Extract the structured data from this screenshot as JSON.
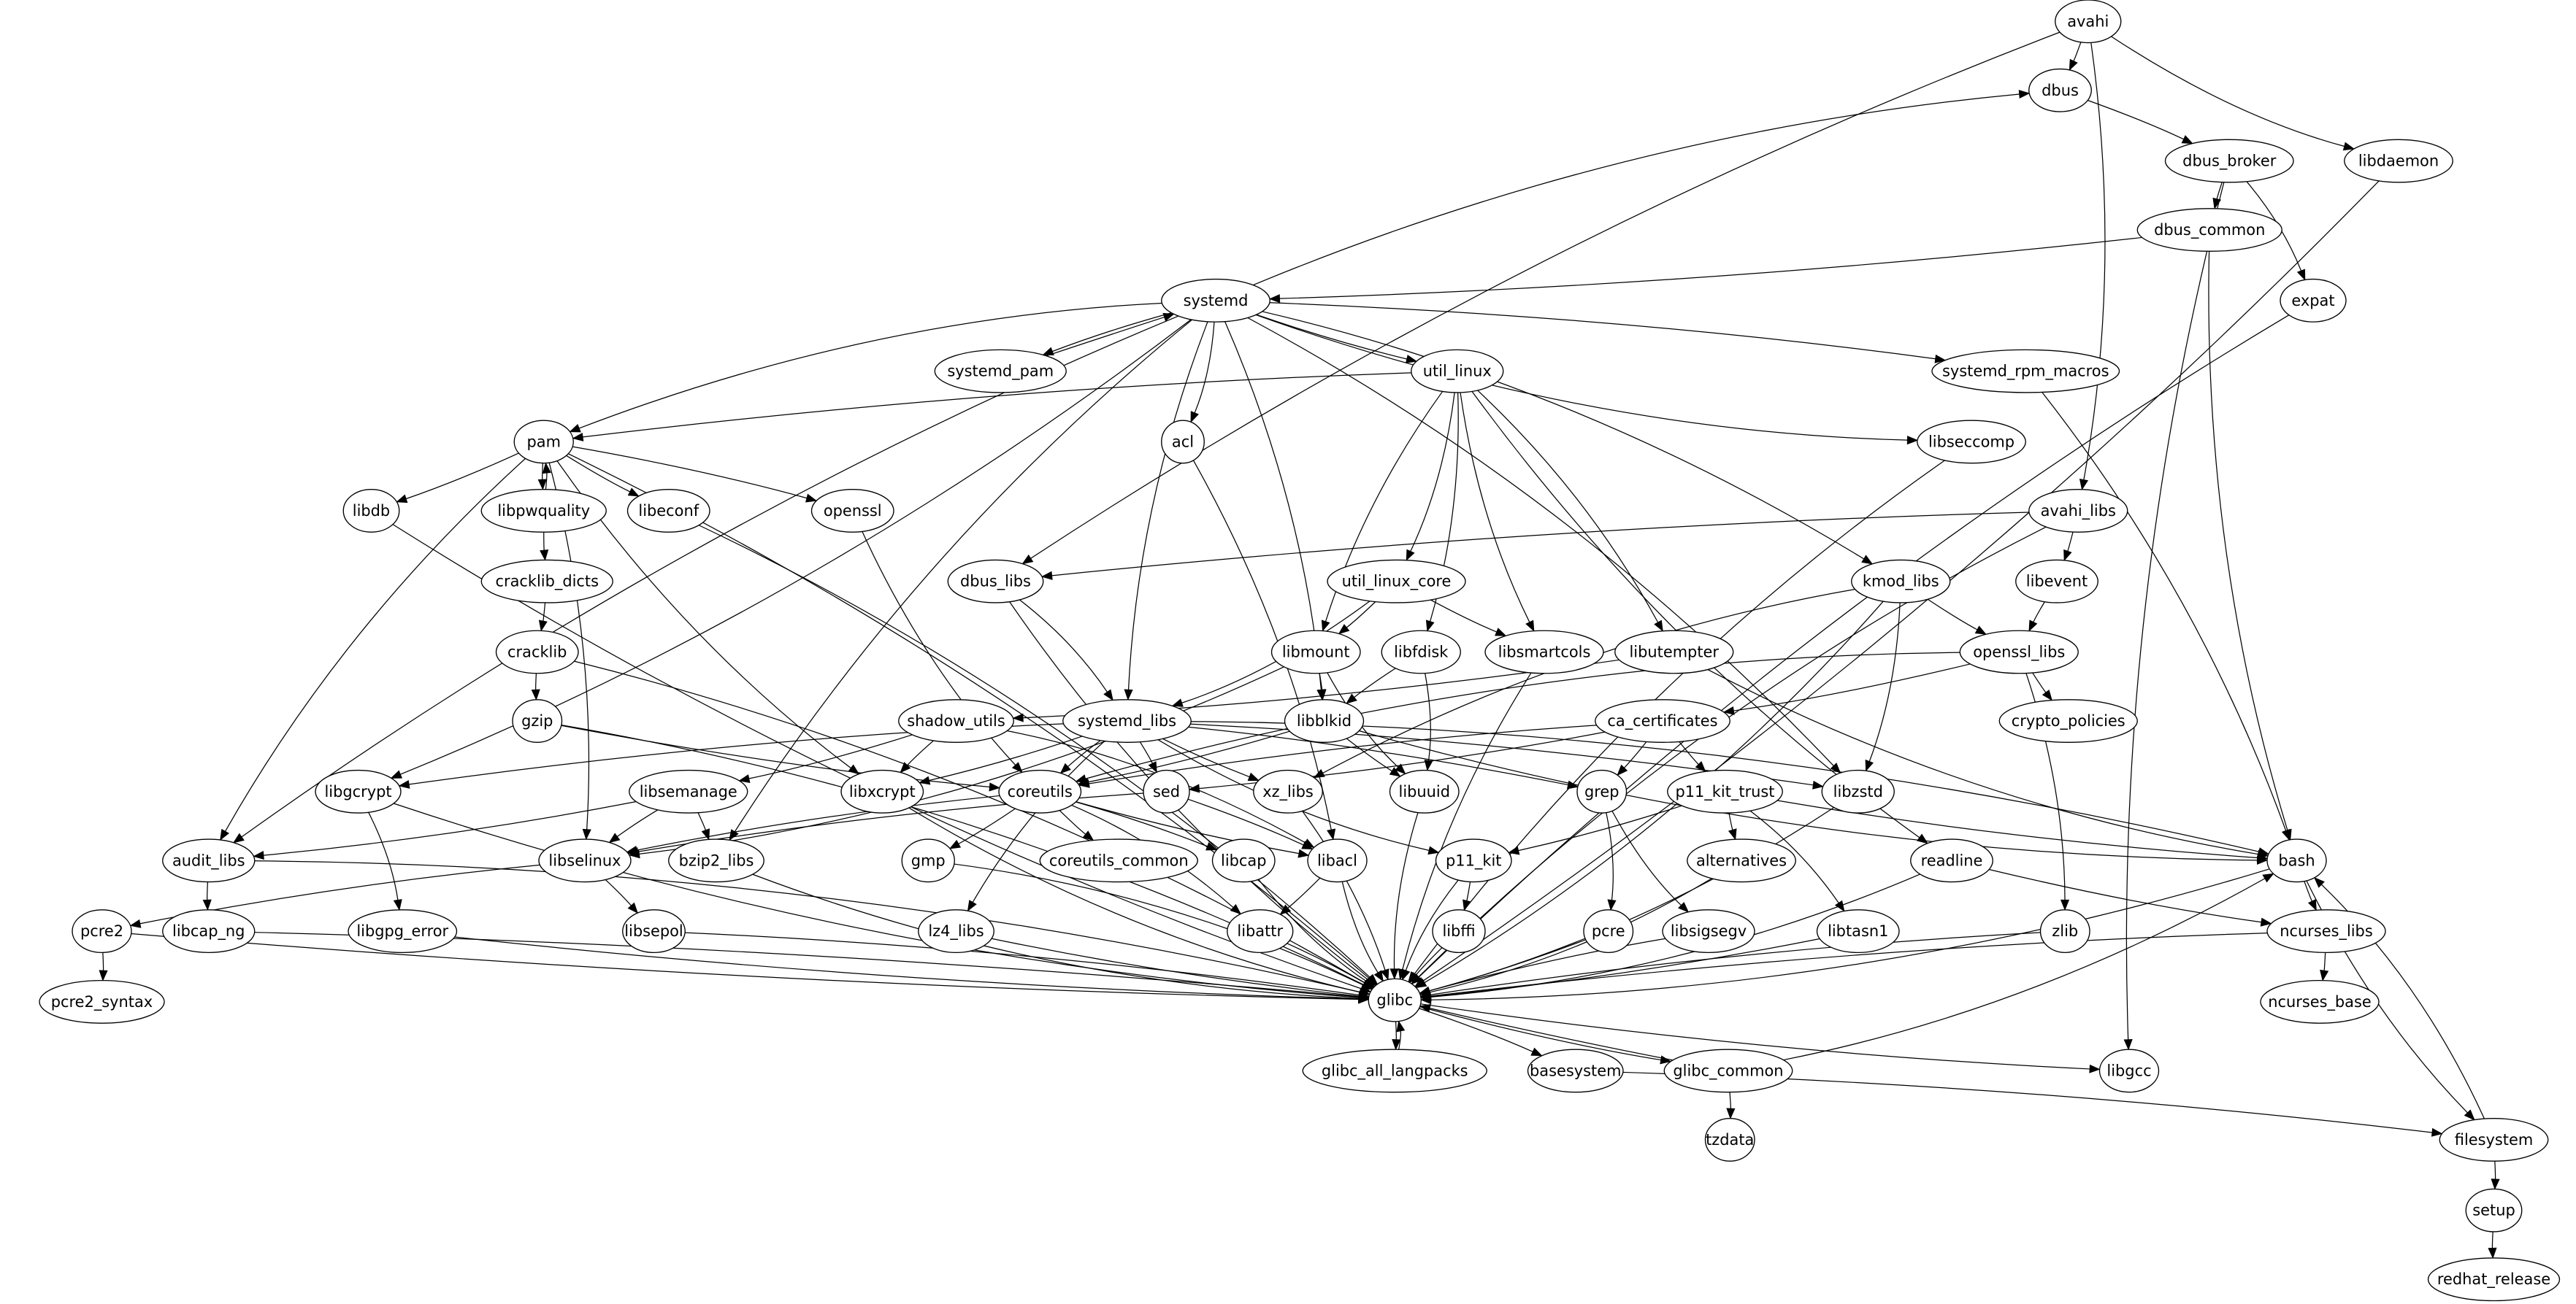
{
  "diagram": {
    "type": "package-dependency-graph",
    "nodes": [
      "avahi",
      "dbus",
      "dbus_broker",
      "libdaemon",
      "dbus_common",
      "expat",
      "systemd",
      "systemd_pam",
      "util_linux",
      "systemd_rpm_macros",
      "pam",
      "acl",
      "libseccomp",
      "libdb",
      "libpwquality",
      "libeconf",
      "openssl",
      "avahi_libs",
      "dbus_libs",
      "util_linux_core",
      "kmod_libs",
      "libevent",
      "cracklib_dicts",
      "cracklib",
      "libmount",
      "libfdisk",
      "libsmartcols",
      "libutempter",
      "openssl_libs",
      "gzip",
      "shadow_utils",
      "systemd_libs",
      "libblkid",
      "ca_certificates",
      "crypto_policies",
      "libgcrypt",
      "libsemanage",
      "libxcrypt",
      "coreutils",
      "sed",
      "xz_libs",
      "libuuid",
      "grep",
      "p11_kit_trust",
      "libzstd",
      "audit_libs",
      "libselinux",
      "bzip2_libs",
      "gmp",
      "coreutils_common",
      "libcap",
      "libacl",
      "p11_kit",
      "alternatives",
      "readline",
      "bash",
      "pcre2",
      "libcap_ng",
      "libgpg_error",
      "libsepol",
      "lz4_libs",
      "libattr",
      "libffi",
      "pcre",
      "libsigsegv",
      "libtasn1",
      "zlib",
      "ncurses_libs",
      "glibc",
      "pcre2_syntax",
      "ncurses_base",
      "glibc_all_langpacks",
      "basesystem",
      "glibc_common",
      "libgcc",
      "tzdata",
      "filesystem",
      "setup",
      "redhat_release"
    ],
    "edges": [
      [
        "avahi",
        "dbus"
      ],
      [
        "avahi",
        "libdaemon"
      ],
      [
        "avahi",
        "avahi_libs"
      ],
      [
        "avahi",
        "dbus_libs"
      ],
      [
        "dbus",
        "dbus_broker"
      ],
      [
        "dbus_broker",
        "dbus_common"
      ],
      [
        "dbus_broker",
        "expat"
      ],
      [
        "dbus_broker",
        "libgcc"
      ],
      [
        "dbus_common",
        "systemd"
      ],
      [
        "dbus_common",
        "bash"
      ],
      [
        "libdaemon",
        "glibc"
      ],
      [
        "expat",
        "glibc"
      ],
      [
        "systemd",
        "dbus"
      ],
      [
        "systemd",
        "systemd_pam"
      ],
      [
        "systemd_pam",
        "systemd"
      ],
      [
        "systemd",
        "util_linux"
      ],
      [
        "systemd",
        "systemd_rpm_macros"
      ],
      [
        "systemd",
        "pam"
      ],
      [
        "systemd",
        "acl"
      ],
      [
        "systemd",
        "libseccomp"
      ],
      [
        "systemd",
        "kmod_libs"
      ],
      [
        "systemd",
        "systemd_libs"
      ],
      [
        "systemd",
        "libblkid"
      ],
      [
        "systemd",
        "audit_libs"
      ],
      [
        "systemd",
        "libgcrypt"
      ],
      [
        "systemd",
        "bzip2_libs"
      ],
      [
        "systemd",
        "libzstd"
      ],
      [
        "util_linux",
        "pam"
      ],
      [
        "util_linux",
        "util_linux_core"
      ],
      [
        "util_linux",
        "libmount"
      ],
      [
        "util_linux",
        "libfdisk"
      ],
      [
        "util_linux",
        "libsmartcols"
      ],
      [
        "util_linux",
        "libutempter"
      ],
      [
        "util_linux",
        "readline"
      ],
      [
        "systemd_rpm_macros",
        "bash"
      ],
      [
        "libseccomp",
        "glibc"
      ],
      [
        "pam",
        "libdb"
      ],
      [
        "pam",
        "libpwquality"
      ],
      [
        "libpwquality",
        "pam"
      ],
      [
        "pam",
        "libeconf"
      ],
      [
        "pam",
        "openssl"
      ],
      [
        "pam",
        "audit_libs"
      ],
      [
        "pam",
        "libselinux"
      ],
      [
        "pam",
        "libxcrypt"
      ],
      [
        "pam",
        "glibc"
      ],
      [
        "libpwquality",
        "cracklib_dicts"
      ],
      [
        "cracklib_dicts",
        "cracklib"
      ],
      [
        "cracklib",
        "gzip"
      ],
      [
        "cracklib",
        "glibc"
      ],
      [
        "gzip",
        "coreutils"
      ],
      [
        "gzip",
        "glibc"
      ],
      [
        "libdb",
        "glibc"
      ],
      [
        "libeconf",
        "glibc"
      ],
      [
        "openssl",
        "coreutils"
      ],
      [
        "acl",
        "libacl"
      ],
      [
        "avahi_libs",
        "dbus_libs"
      ],
      [
        "avahi_libs",
        "libevent"
      ],
      [
        "avahi_libs",
        "glibc"
      ],
      [
        "dbus_libs",
        "systemd_libs"
      ],
      [
        "dbus_libs",
        "glibc"
      ],
      [
        "util_linux_core",
        "libmount"
      ],
      [
        "util_linux_core",
        "libsmartcols"
      ],
      [
        "util_linux_core",
        "systemd_libs"
      ],
      [
        "kmod_libs",
        "openssl_libs"
      ],
      [
        "kmod_libs",
        "libzstd"
      ],
      [
        "kmod_libs",
        "xz_libs"
      ],
      [
        "kmod_libs",
        "glibc"
      ],
      [
        "libevent",
        "openssl_libs"
      ],
      [
        "libmount",
        "libblkid"
      ],
      [
        "libmount",
        "libuuid"
      ],
      [
        "libmount",
        "libselinux"
      ],
      [
        "libfdisk",
        "libblkid"
      ],
      [
        "libfdisk",
        "libuuid"
      ],
      [
        "libsmartcols",
        "glibc"
      ],
      [
        "libutempter",
        "shadow_utils"
      ],
      [
        "libutempter",
        "bash"
      ],
      [
        "openssl_libs",
        "ca_certificates"
      ],
      [
        "openssl_libs",
        "crypto_policies"
      ],
      [
        "openssl_libs",
        "zlib"
      ],
      [
        "openssl_libs",
        "coreutils"
      ],
      [
        "shadow_utils",
        "libsemanage"
      ],
      [
        "shadow_utils",
        "libxcrypt"
      ],
      [
        "shadow_utils",
        "libacl"
      ],
      [
        "systemd_libs",
        "libgcrypt"
      ],
      [
        "systemd_libs",
        "libxcrypt"
      ],
      [
        "systemd_libs",
        "coreutils"
      ],
      [
        "systemd_libs",
        "sed"
      ],
      [
        "systemd_libs",
        "xz_libs"
      ],
      [
        "systemd_libs",
        "grep"
      ],
      [
        "systemd_libs",
        "p11_kit"
      ],
      [
        "systemd_libs",
        "libzstd"
      ],
      [
        "systemd_libs",
        "lz4_libs"
      ],
      [
        "systemd_libs",
        "bash"
      ],
      [
        "libblkid",
        "libuuid"
      ],
      [
        "libblkid",
        "coreutils"
      ],
      [
        "libblkid",
        "bash"
      ],
      [
        "ca_certificates",
        "grep"
      ],
      [
        "ca_certificates",
        "p11_kit_trust"
      ],
      [
        "ca_certificates",
        "sed"
      ],
      [
        "ca_certificates",
        "coreutils"
      ],
      [
        "libgcrypt",
        "libgpg_error"
      ],
      [
        "libgcrypt",
        "glibc"
      ],
      [
        "libsemanage",
        "audit_libs"
      ],
      [
        "libsemanage",
        "libselinux"
      ],
      [
        "libsemanage",
        "bzip2_libs"
      ],
      [
        "libxcrypt",
        "glibc"
      ],
      [
        "coreutils",
        "gmp"
      ],
      [
        "coreutils",
        "coreutils_common"
      ],
      [
        "coreutils",
        "libcap"
      ],
      [
        "coreutils",
        "libacl"
      ],
      [
        "coreutils",
        "libattr"
      ],
      [
        "coreutils",
        "libselinux"
      ],
      [
        "sed",
        "libacl"
      ],
      [
        "sed",
        "libselinux"
      ],
      [
        "xz_libs",
        "glibc"
      ],
      [
        "libuuid",
        "glibc"
      ],
      [
        "grep",
        "pcre"
      ],
      [
        "grep",
        "libsigsegv"
      ],
      [
        "p11_kit_trust",
        "p11_kit"
      ],
      [
        "p11_kit_trust",
        "alternatives"
      ],
      [
        "p11_kit_trust",
        "libtasn1"
      ],
      [
        "p11_kit_trust",
        "bash"
      ],
      [
        "libzstd",
        "glibc"
      ],
      [
        "audit_libs",
        "libcap_ng"
      ],
      [
        "audit_libs",
        "glibc"
      ],
      [
        "libselinux",
        "pcre2"
      ],
      [
        "libselinux",
        "libsepol"
      ],
      [
        "bzip2_libs",
        "glibc"
      ],
      [
        "gmp",
        "glibc"
      ],
      [
        "libcap",
        "glibc"
      ],
      [
        "libacl",
        "libattr"
      ],
      [
        "libacl",
        "glibc"
      ],
      [
        "p11_kit",
        "libffi"
      ],
      [
        "p11_kit",
        "glibc"
      ],
      [
        "alternatives",
        "glibc"
      ],
      [
        "readline",
        "ncurses_libs"
      ],
      [
        "readline",
        "glibc"
      ],
      [
        "bash",
        "ncurses_libs"
      ],
      [
        "bash",
        "glibc"
      ],
      [
        "bash",
        "filesystem"
      ],
      [
        "pcre2",
        "pcre2_syntax"
      ],
      [
        "pcre2",
        "glibc"
      ],
      [
        "libcap_ng",
        "glibc"
      ],
      [
        "libgpg_error",
        "glibc"
      ],
      [
        "libsepol",
        "glibc"
      ],
      [
        "lz4_libs",
        "glibc"
      ],
      [
        "libattr",
        "glibc"
      ],
      [
        "libffi",
        "glibc"
      ],
      [
        "pcre",
        "glibc"
      ],
      [
        "libsigsegv",
        "glibc"
      ],
      [
        "libtasn1",
        "glibc"
      ],
      [
        "zlib",
        "glibc"
      ],
      [
        "ncurses_libs",
        "ncurses_base"
      ],
      [
        "ncurses_libs",
        "glibc"
      ],
      [
        "glibc",
        "glibc_all_langpacks"
      ],
      [
        "glibc_all_langpacks",
        "glibc"
      ],
      [
        "glibc",
        "basesystem"
      ],
      [
        "glibc",
        "glibc_common"
      ],
      [
        "glibc_common",
        "glibc"
      ],
      [
        "glibc",
        "libgcc"
      ],
      [
        "glibc_common",
        "tzdata"
      ],
      [
        "glibc_common",
        "bash"
      ],
      [
        "basesystem",
        "filesystem"
      ],
      [
        "filesystem",
        "bash"
      ],
      [
        "filesystem",
        "setup"
      ],
      [
        "setup",
        "redhat_release"
      ]
    ]
  }
}
